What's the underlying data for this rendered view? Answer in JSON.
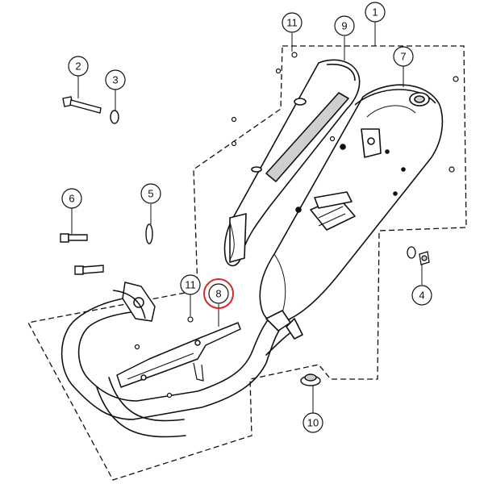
{
  "callouts": [
    {
      "id": "c1",
      "label": "1"
    },
    {
      "id": "c2",
      "label": "2"
    },
    {
      "id": "c3",
      "label": "3"
    },
    {
      "id": "c4",
      "label": "4"
    },
    {
      "id": "c5",
      "label": "5"
    },
    {
      "id": "c6",
      "label": "6"
    },
    {
      "id": "c7",
      "label": "7"
    },
    {
      "id": "c8",
      "label": "8",
      "highlighted": true
    },
    {
      "id": "c9",
      "label": "9"
    },
    {
      "id": "c10",
      "label": "10"
    },
    {
      "id": "c11a",
      "label": "11"
    },
    {
      "id": "c11b",
      "label": "11"
    }
  ],
  "colors": {
    "line": "#111111",
    "highlight": "#d62828",
    "muffler_fill": "#ffffff",
    "shade": "#cfcfcf"
  }
}
